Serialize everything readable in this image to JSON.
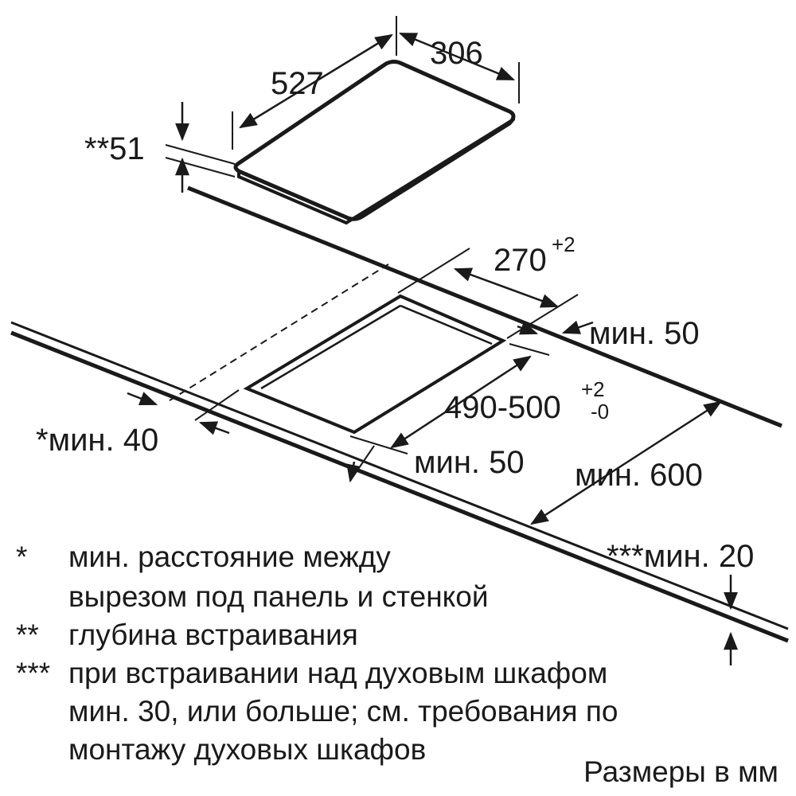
{
  "dimensions": {
    "hob_length": "527",
    "hob_width": "306",
    "depth": "**51",
    "cutout_width": "270",
    "cutout_width_tol": "+2",
    "cutout_length": "490-500",
    "cutout_length_tol_plus": "+2",
    "cutout_length_tol_minus": "-0",
    "min_back": "мин. 50",
    "min_front": "мин. 50",
    "min_side": "*мин. 40",
    "min_depth_600": "мин. 600",
    "min_20": "***мин. 20"
  },
  "notes": [
    {
      "mark": "*",
      "lines": [
        "мин. расстояние между",
        "вырезом под панель и стенкой"
      ]
    },
    {
      "mark": "**",
      "lines": [
        "глубина встраивания"
      ]
    },
    {
      "mark": "***",
      "lines": [
        "при встраивании над духовым шкафом",
        "мин. 30, или больше; см. требования по",
        "монтажу духовых шкафов"
      ]
    }
  ],
  "units_note": "Размеры в мм"
}
